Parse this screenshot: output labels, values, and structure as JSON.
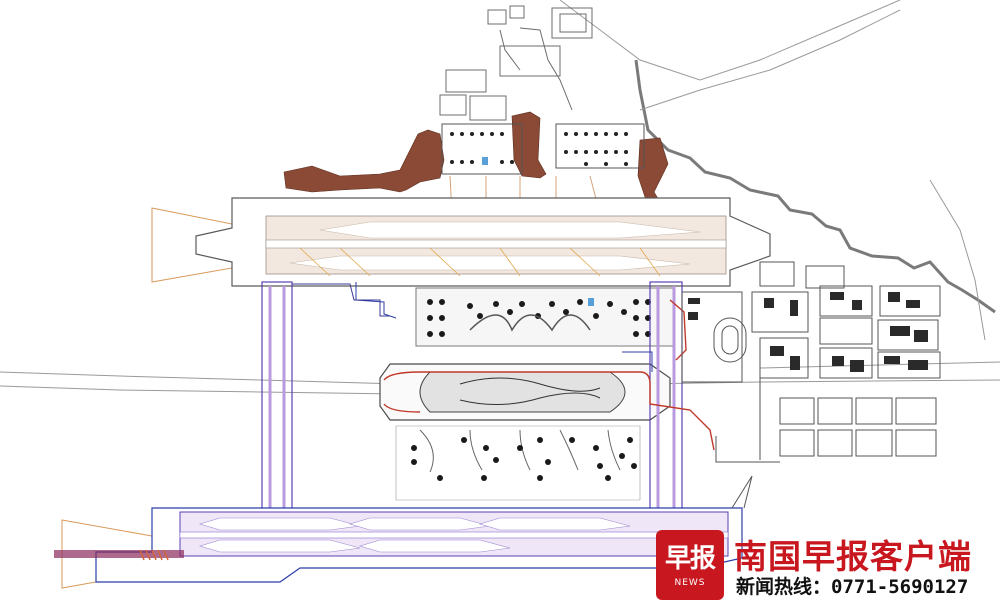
{
  "watermark": {
    "logo_text": "早报",
    "logo_sub": "NEWS",
    "brand": "南国早报客户端",
    "hotline_label": "新闻热线：",
    "hotline_number": "0771-5690127",
    "brand_color": "#c8171e"
  },
  "colors": {
    "apron_brown": "#8b4a36",
    "taxiway_pink": "#e8b6b0",
    "runway_outline": "#5a5a5a",
    "purple_route": "#5b3fb3",
    "red_route": "#c0392b",
    "blue_route": "#2c3fa8",
    "orange_approach": "#d89a5a"
  }
}
